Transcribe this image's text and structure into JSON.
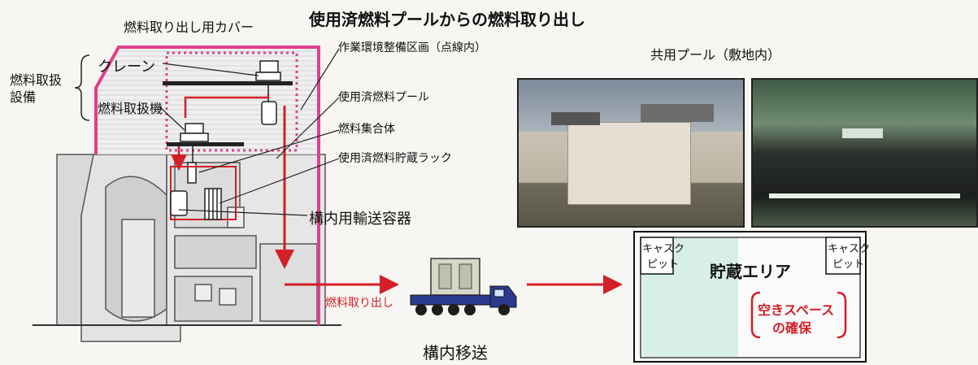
{
  "title": "使用済燃料プールからの燃料取り出し",
  "building": {
    "cover_label": "燃料取り出し用カバー",
    "equipment_group_label_line1": "燃料取扱",
    "equipment_group_label_line2": "設備",
    "crane_label": "クレーン",
    "fuel_machine_label": "燃料取扱機",
    "work_area_label": "作業環境整備区画（点線内）",
    "pool_label": "使用済燃料プール",
    "assembly_label": "燃料集合体",
    "rack_label": "使用済燃料貯蔵ラック",
    "cask_label": "構内用輸送容器",
    "removal_label": "燃料取り出し"
  },
  "transport_label": "構内移送",
  "common_pool": {
    "title": "共用プール（敷地内）",
    "storage_area_label": "貯蔵エリア",
    "cask_pit_left_line1": "キャスク",
    "cask_pit_left_line2": "ピット",
    "cask_pit_right_line1": "キャスク",
    "cask_pit_right_line2": "ピット",
    "free_space_line1": "空きスペース",
    "free_space_line2": "の確保"
  },
  "colors": {
    "cover": "#e0408a",
    "arrow": "#d31f26",
    "pool_fill": "#d7efe6",
    "truck": "#2a3a8c"
  }
}
